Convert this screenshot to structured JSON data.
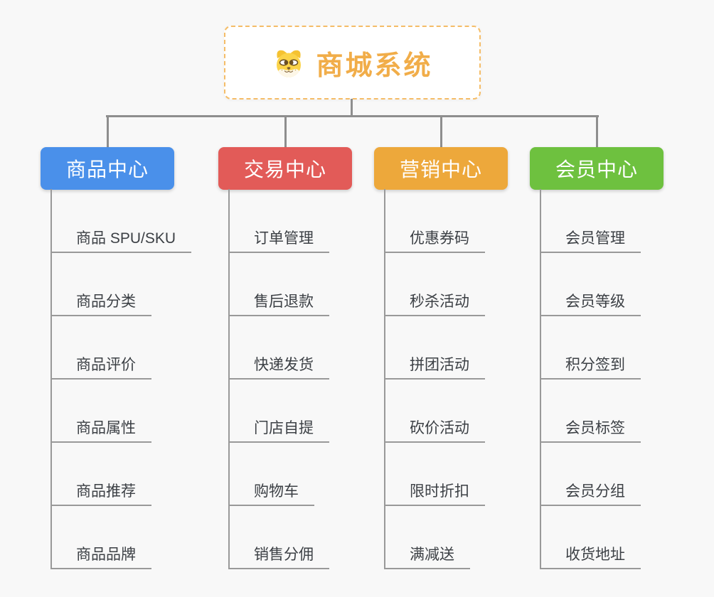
{
  "root": {
    "title": "商城系统",
    "icon": "doge-icon"
  },
  "branches": [
    {
      "label": "商品中心",
      "color": "#4a90ea",
      "children": [
        "商品 SPU/SKU",
        "商品分类",
        "商品评价",
        "商品属性",
        "商品推荐",
        "商品品牌"
      ]
    },
    {
      "label": "交易中心",
      "color": "#e25b58",
      "children": [
        "订单管理",
        "售后退款",
        "快递发货",
        "门店自提",
        "购物车",
        "销售分佣"
      ]
    },
    {
      "label": "营销中心",
      "color": "#eda83b",
      "children": [
        "优惠券码",
        "秒杀活动",
        "拼团活动",
        "砍价活动",
        "限时折扣",
        "满减送"
      ]
    },
    {
      "label": "会员中心",
      "color": "#6ec13f",
      "children": [
        "会员管理",
        "会员等级",
        "积分签到",
        "会员标签",
        "会员分组",
        "收货地址"
      ]
    }
  ],
  "colors": {
    "background": "#f8f8f8",
    "connector": "#8e8e8e",
    "leaf_line": "#999999",
    "leaf_text": "#3c4045",
    "root_accent": "#f1ad49",
    "root_border": "#f5bd68"
  }
}
